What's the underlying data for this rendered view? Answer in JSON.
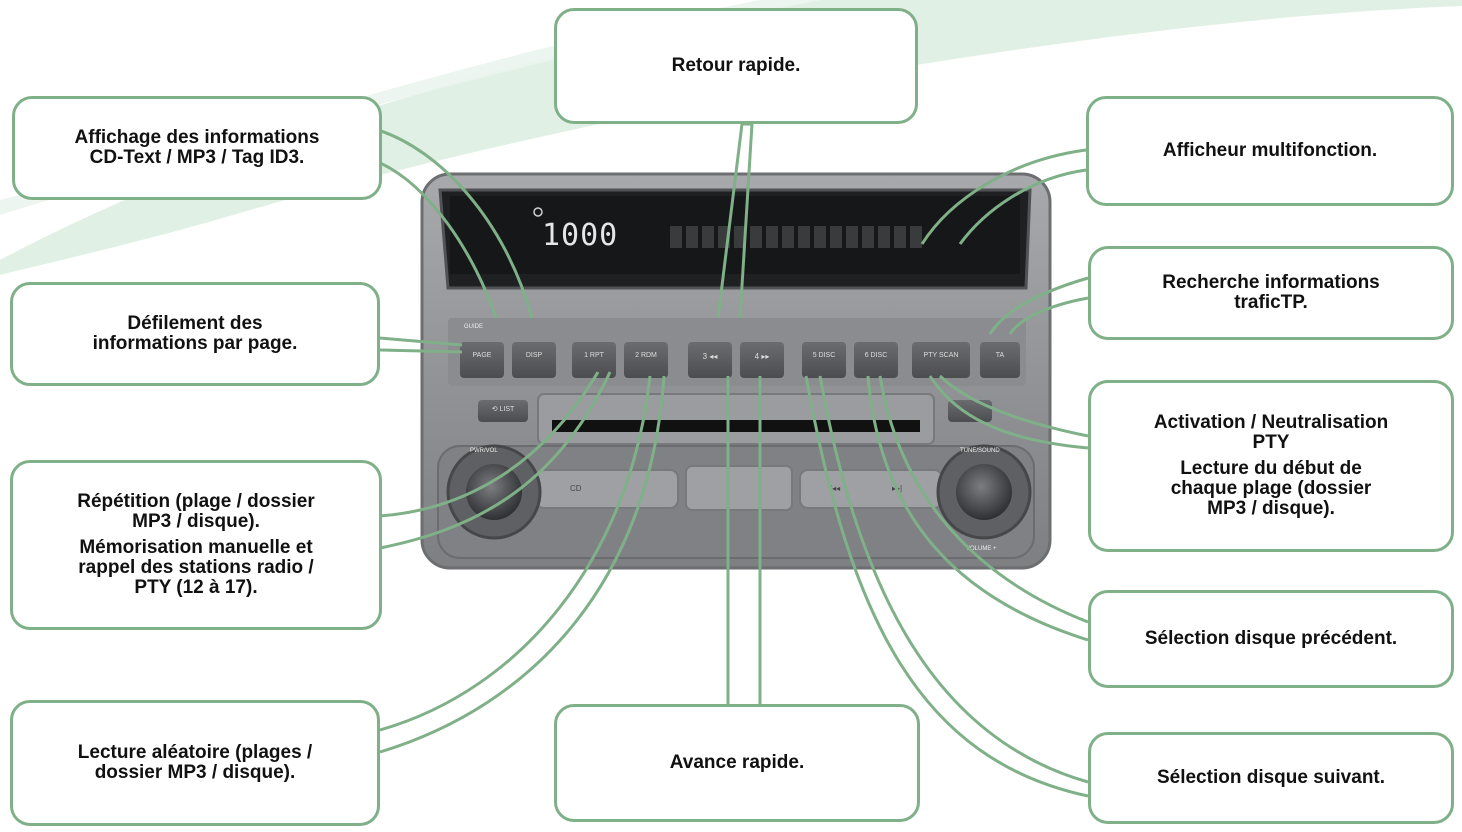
{
  "display": {
    "clock": "1000",
    "clock_icon": "clock-icon"
  },
  "radio": {
    "top_labels": [
      "GUIDE",
      "",
      "",
      "",
      "",
      "",
      "",
      "",
      "",
      ""
    ],
    "buttons": [
      "PAGE",
      "DISP",
      "1 RPT",
      "2 RDM",
      "3 ◂◂",
      "4 ▸▸",
      "5 DISC",
      "6 DISC",
      "PTY SCAN",
      "TA"
    ],
    "small_left": "⟲ LIST",
    "bottom_left": "CD",
    "bottom_right_a": "|◂◂",
    "bottom_right_b": "▸▸|",
    "knob_left": "PWR/VOL",
    "knob_right": "TUNE/SOUND",
    "knob_right_sub": "VOLUME +"
  },
  "callouts": {
    "affichage": [
      "Affichage des informations",
      "CD-Text / MP3 / Tag ID3."
    ],
    "retour": [
      "Retour rapide."
    ],
    "afficheur": [
      "Afficheur multifonction."
    ],
    "defilement": [
      "Défilement des",
      "informations par page."
    ],
    "recherche": [
      "Recherche informations",
      "traficTP."
    ],
    "activation": [
      "Activation / Neutralisation",
      "PTY"
    ],
    "lecture_debut": [
      "Lecture du début de",
      "chaque plage (dossier",
      "MP3 / disque)."
    ],
    "repetition": [
      "Répétition (plage / dossier",
      "MP3 / disque)."
    ],
    "memorisation": [
      "Mémorisation manuelle et",
      "rappel des stations radio /",
      "PTY (12 à 17)."
    ],
    "selection_prec": [
      "Sélection disque précédent."
    ],
    "lecture_aleatoire": [
      "Lecture aléatoire (plages /",
      "dossier MP3 / disque)."
    ],
    "avance": [
      "Avance rapide."
    ],
    "selection_suiv": [
      "Sélection disque suivant."
    ]
  },
  "colors": {
    "callout_border": "#7fb088",
    "leader": "#7fb088",
    "panel": "#8c8e91"
  }
}
